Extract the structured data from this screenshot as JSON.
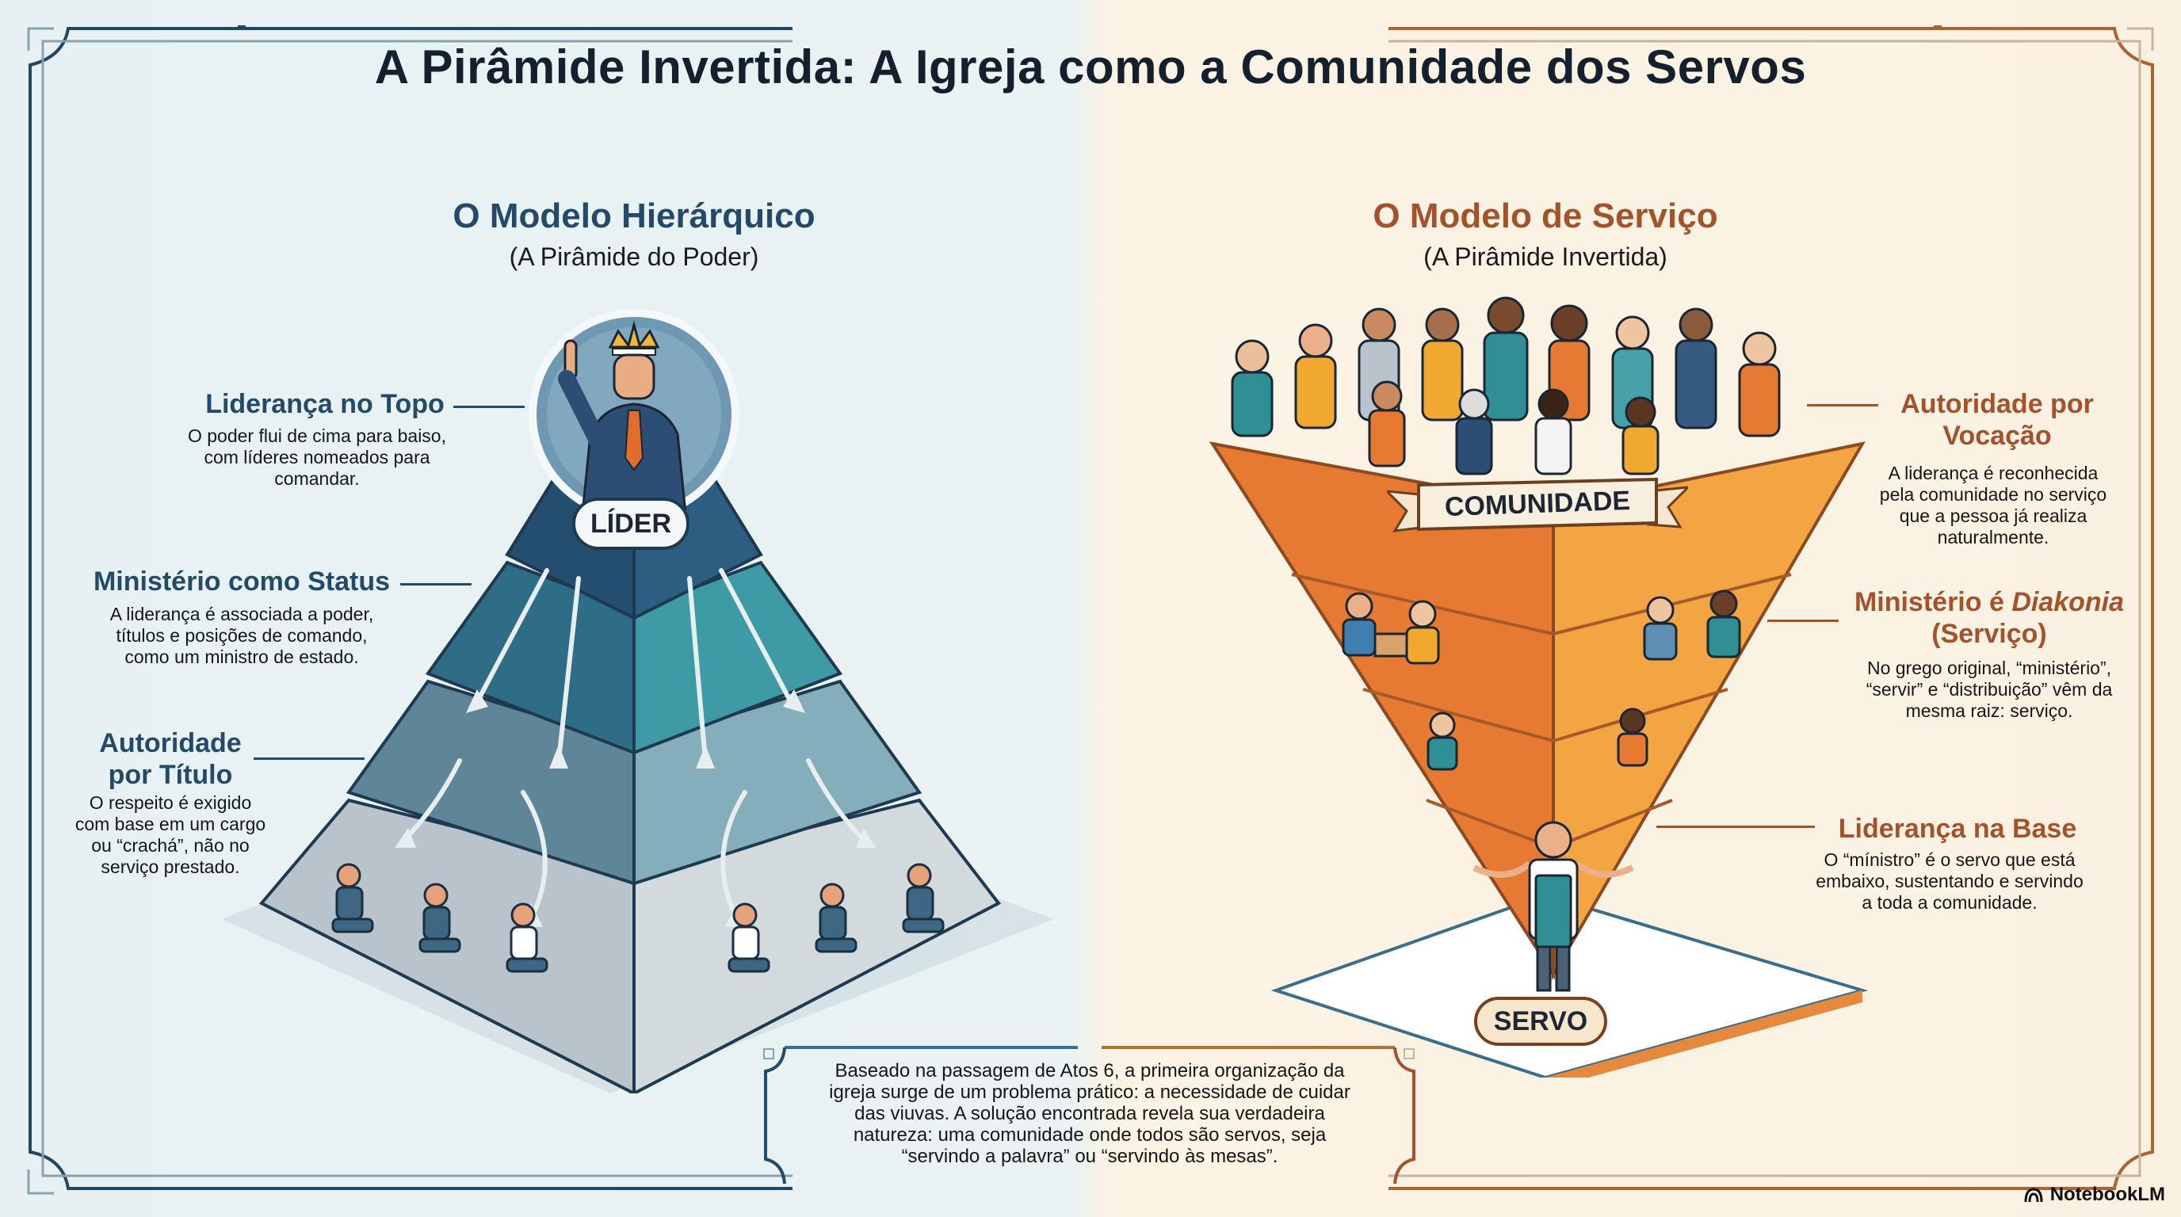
{
  "title": "A Pirâmide Invertida: A Igreja como a Comunidade dos Servos",
  "left_panel": {
    "title": "O Modelo Hierárquico",
    "subtitle": "(A Pirâmide do Poder)",
    "accent_color": "#234a6a",
    "top_badge": "LÍDER",
    "annotations": [
      {
        "heading": "Liderança no Topo",
        "text_lines": [
          "O poder flui de cima para baiso,",
          "com líderes nomeados para",
          "comandar."
        ]
      },
      {
        "heading": "Ministério como Status",
        "text_lines": [
          "A liderança é associada a poder,",
          "títulos e posições de comando,",
          "como um ministro de estado."
        ]
      },
      {
        "heading_lines": [
          "Autoridade",
          "por Título"
        ],
        "text_lines": [
          "O respeito é exigido",
          "com base em um cargo",
          "ou “crachá”, não no",
          "serviço prestado."
        ]
      }
    ],
    "icons": [
      "crowned-leader-icon",
      "down-arrow-icon",
      "kneeling-person-icon"
    ]
  },
  "right_panel": {
    "title": "O Modelo de Serviço",
    "subtitle": "(A Pirâmide Invertida)",
    "accent_color": "#a5512a",
    "top_banner": "COMUNIDADE",
    "bottom_badge": "SERVO",
    "annotations": [
      {
        "heading_lines": [
          "Autoridade por",
          "Vocação"
        ],
        "text_lines": [
          "A liderança é reconhecida",
          "pela comunidade no serviço",
          "que a pessoa já realiza",
          "naturalmente."
        ]
      },
      {
        "heading_lines": [
          "Ministério é Diakonia",
          "(Serviço)"
        ],
        "italic_word": "Diakonia",
        "text_lines": [
          "No grego original, “ministério”,",
          "“servir” e “distribuição” vêm da",
          "mesma raiz: serviço."
        ]
      },
      {
        "heading": "Liderança na Base",
        "text_lines": [
          "O “mínistro” é o servo que está",
          "embaixo, sustentando e servindo",
          "a toda a comunidade."
        ]
      }
    ]
  },
  "footer": {
    "text_lines": [
      "Baseado na passagem de Atos 6, a primeira organização da",
      "igreja surge de um problema prático: a necessidade de cuidar",
      "das viuvas. A solução encontrada revela sua verdadeira",
      "natureza: uma comunidade onde todos são servos, seja",
      "“servindo a palavra” ou “servindo às mesas”."
    ]
  },
  "brand": {
    "label": "NotebookLM",
    "icon": "notebooklm-logo-icon"
  }
}
